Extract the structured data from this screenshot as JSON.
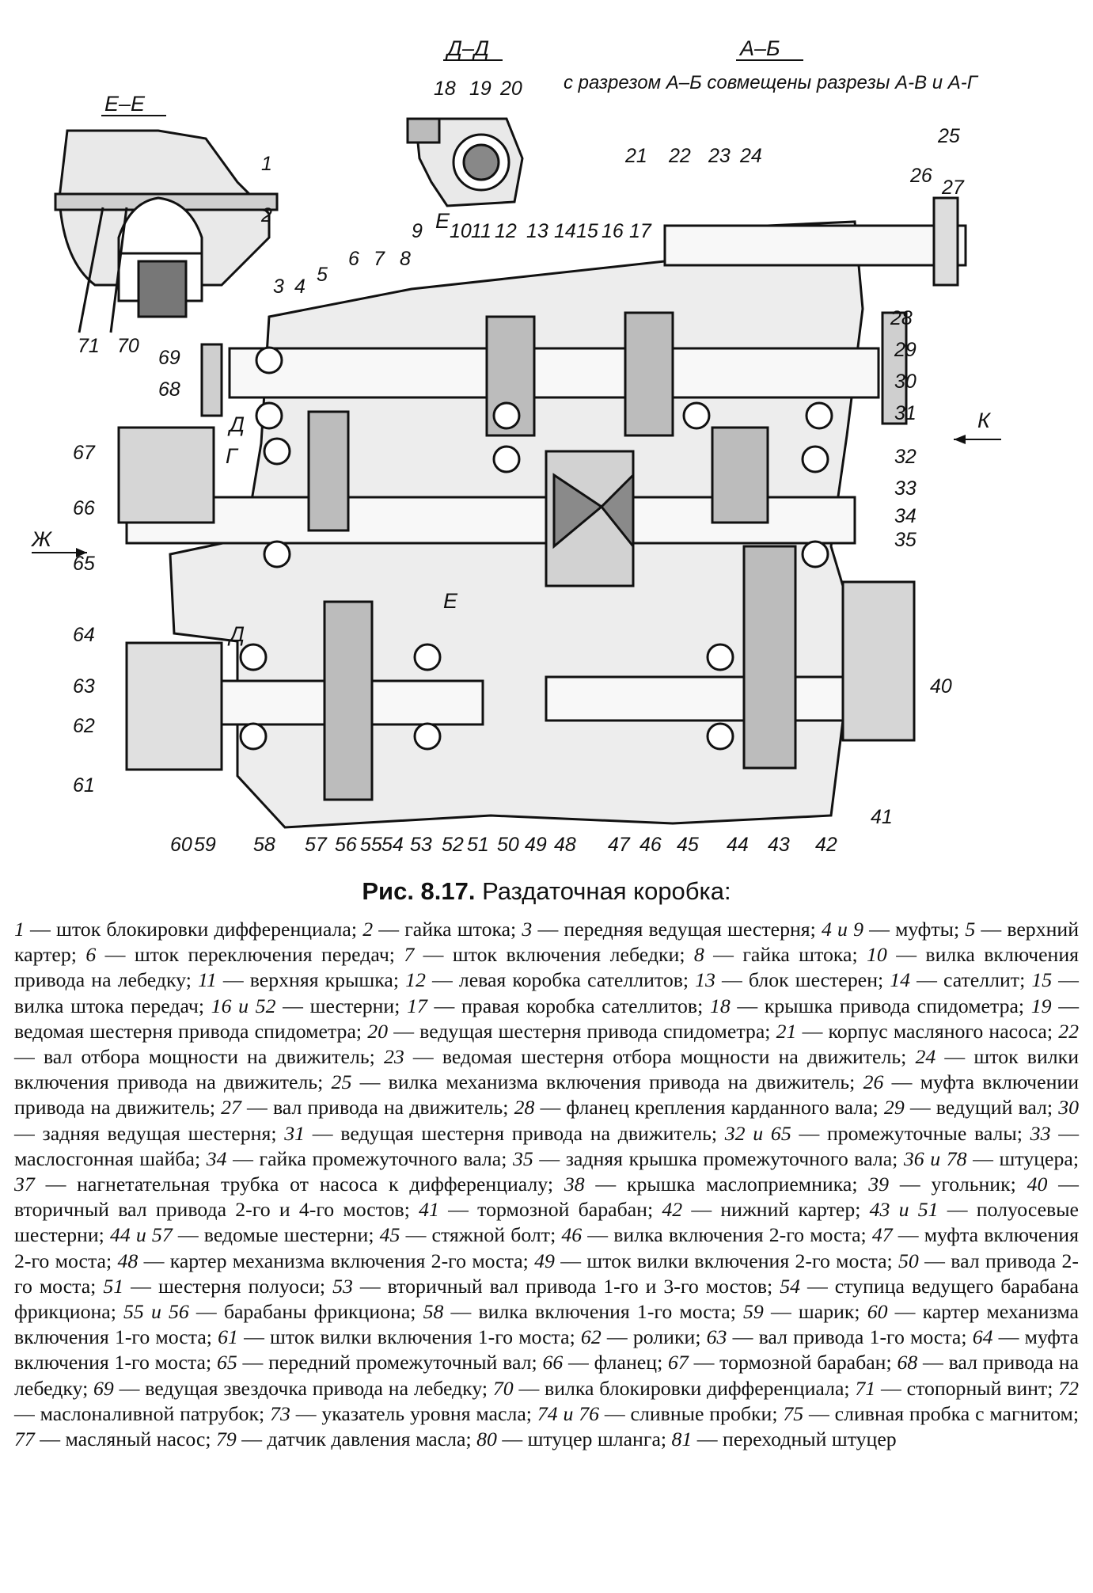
{
  "figure": {
    "section_labels": {
      "ee": "Е–Е",
      "dd": "Д–Д",
      "ab": "А–Б",
      "ab_note": "с разрезом А–Б совмещены разрезы А-В и А-Г",
      "e_mark": "Е",
      "d_mark": "Д",
      "g_mark": "Г",
      "k_mark": "К",
      "zh_mark": "Ж"
    },
    "callouts": [
      "1",
      "2",
      "3",
      "4",
      "5",
      "6",
      "7",
      "8",
      "9",
      "10",
      "11",
      "12",
      "13",
      "14",
      "15",
      "16",
      "17",
      "18",
      "19",
      "20",
      "21",
      "22",
      "23",
      "24",
      "25",
      "26",
      "27",
      "28",
      "29",
      "30",
      "31",
      "32",
      "33",
      "34",
      "35",
      "40",
      "41",
      "42",
      "43",
      "44",
      "45",
      "46",
      "47",
      "48",
      "49",
      "50",
      "51",
      "52",
      "53",
      "54",
      "55",
      "56",
      "57",
      "58",
      "59",
      "60",
      "61",
      "62",
      "63",
      "64",
      "65",
      "66",
      "67",
      "68",
      "69",
      "70",
      "71"
    ]
  },
  "caption": {
    "number": "Рис. 8.17.",
    "title": "Раздаточная коробка:"
  },
  "legend": [
    {
      "n": "1",
      "t": "шток блокировки дифференциала"
    },
    {
      "n": "2",
      "t": "гайка штока"
    },
    {
      "n": "3",
      "t": "передняя ведущая шестерня"
    },
    {
      "n": "4 и 9",
      "t": "муфты"
    },
    {
      "n": "5",
      "t": "верхний картер"
    },
    {
      "n": "6",
      "t": "шток переключения передач"
    },
    {
      "n": "7",
      "t": "шток включения лебедки"
    },
    {
      "n": "8",
      "t": "гайка штока"
    },
    {
      "n": "10",
      "t": "вилка включения привода на лебедку"
    },
    {
      "n": "11",
      "t": "верхняя крышка"
    },
    {
      "n": "12",
      "t": "левая коробка сателлитов"
    },
    {
      "n": "13",
      "t": "блок шестерен"
    },
    {
      "n": "14",
      "t": "сателлит"
    },
    {
      "n": "15",
      "t": "вилка штока передач"
    },
    {
      "n": "16 и 52",
      "t": "шестерни"
    },
    {
      "n": "17",
      "t": "правая коробка сателлитов"
    },
    {
      "n": "18",
      "t": "крышка привода спидометра"
    },
    {
      "n": "19",
      "t": "ведомая шестерня привода спидометра"
    },
    {
      "n": "20",
      "t": "ведущая шестерня привода спидометра"
    },
    {
      "n": "21",
      "t": "корпус масляного насоса"
    },
    {
      "n": "22",
      "t": "вал отбора мощности на движитель"
    },
    {
      "n": "23",
      "t": "ведомая шестерня отбора мощности на движитель"
    },
    {
      "n": "24",
      "t": "шток вилки включения привода на движитель"
    },
    {
      "n": "25",
      "t": "вилка механизма включения привода на движитель"
    },
    {
      "n": "26",
      "t": "муфта включении привода на движитель"
    },
    {
      "n": "27",
      "t": "вал привода на движитель"
    },
    {
      "n": "28",
      "t": "фланец крепления карданного вала"
    },
    {
      "n": "29",
      "t": "ведущий вал"
    },
    {
      "n": "30",
      "t": "задняя ведущая шестерня"
    },
    {
      "n": "31",
      "t": "ведущая шестерня привода на движитель"
    },
    {
      "n": "32 и 65",
      "t": "промежуточные валы"
    },
    {
      "n": "33",
      "t": "маслосгонная шайба"
    },
    {
      "n": "34",
      "t": "гайка промежуточного вала"
    },
    {
      "n": "35",
      "t": "задняя крышка промежуточного вала"
    },
    {
      "n": "36 и 78",
      "t": "штуцера"
    },
    {
      "n": "37",
      "t": "нагнетательная трубка от насоса к дифференциалу"
    },
    {
      "n": "38",
      "t": "крышка маслоприемника"
    },
    {
      "n": "39",
      "t": "угольник"
    },
    {
      "n": "40",
      "t": "вторичный вал привода 2-го и 4-го мостов"
    },
    {
      "n": "41",
      "t": "тормозной барабан"
    },
    {
      "n": "42",
      "t": "нижний картер"
    },
    {
      "n": "43 и 51",
      "t": "полуосевые шестерни"
    },
    {
      "n": "44 и 57",
      "t": "ведомые шестерни"
    },
    {
      "n": "45",
      "t": "стяжной болт"
    },
    {
      "n": "46",
      "t": "вилка включения 2-го моста"
    },
    {
      "n": "47",
      "t": "муфта включения 2-го моста"
    },
    {
      "n": "48",
      "t": "картер механизма включения 2-го моста"
    },
    {
      "n": "49",
      "t": "шток вилки включения 2-го моста"
    },
    {
      "n": "50",
      "t": "вал привода 2-го моста"
    },
    {
      "n": "51",
      "t": "шестерня полуоси"
    },
    {
      "n": "53",
      "t": "вторичный вал привода 1-го и 3-го мостов"
    },
    {
      "n": "54",
      "t": "ступица ведущего барабана фрикциона"
    },
    {
      "n": "55 и 56",
      "t": "барабаны фрикциона"
    },
    {
      "n": "58",
      "t": "вилка включения 1-го моста"
    },
    {
      "n": "59",
      "t": "шарик"
    },
    {
      "n": "60",
      "t": "картер механизма включения 1-го моста"
    },
    {
      "n": "61",
      "t": "шток вилки включения 1-го моста"
    },
    {
      "n": "62",
      "t": "ролики"
    },
    {
      "n": "63",
      "t": "вал привода 1-го моста"
    },
    {
      "n": "64",
      "t": "муфта включения 1-го моста"
    },
    {
      "n": "65",
      "t": "передний промежуточный вал"
    },
    {
      "n": "66",
      "t": "фланец"
    },
    {
      "n": "67",
      "t": "тормозной барабан"
    },
    {
      "n": "68",
      "t": "вал привода на лебедку"
    },
    {
      "n": "69",
      "t": "ведущая звездочка привода на лебедку"
    },
    {
      "n": "70",
      "t": "вилка блокировки дифференциала"
    },
    {
      "n": "71",
      "t": "стопорный винт"
    },
    {
      "n": "72",
      "t": "маслоналивной патрубок"
    },
    {
      "n": "73",
      "t": "указатель уровня масла"
    },
    {
      "n": "74 и 76",
      "t": "сливные пробки"
    },
    {
      "n": "75",
      "t": "сливная пробка с магнитом"
    },
    {
      "n": "77",
      "t": "масляный насос"
    },
    {
      "n": "79",
      "t": "датчик давления масла"
    },
    {
      "n": "80",
      "t": "штуцер шланга"
    },
    {
      "n": "81",
      "t": "переходный штуцер"
    }
  ]
}
